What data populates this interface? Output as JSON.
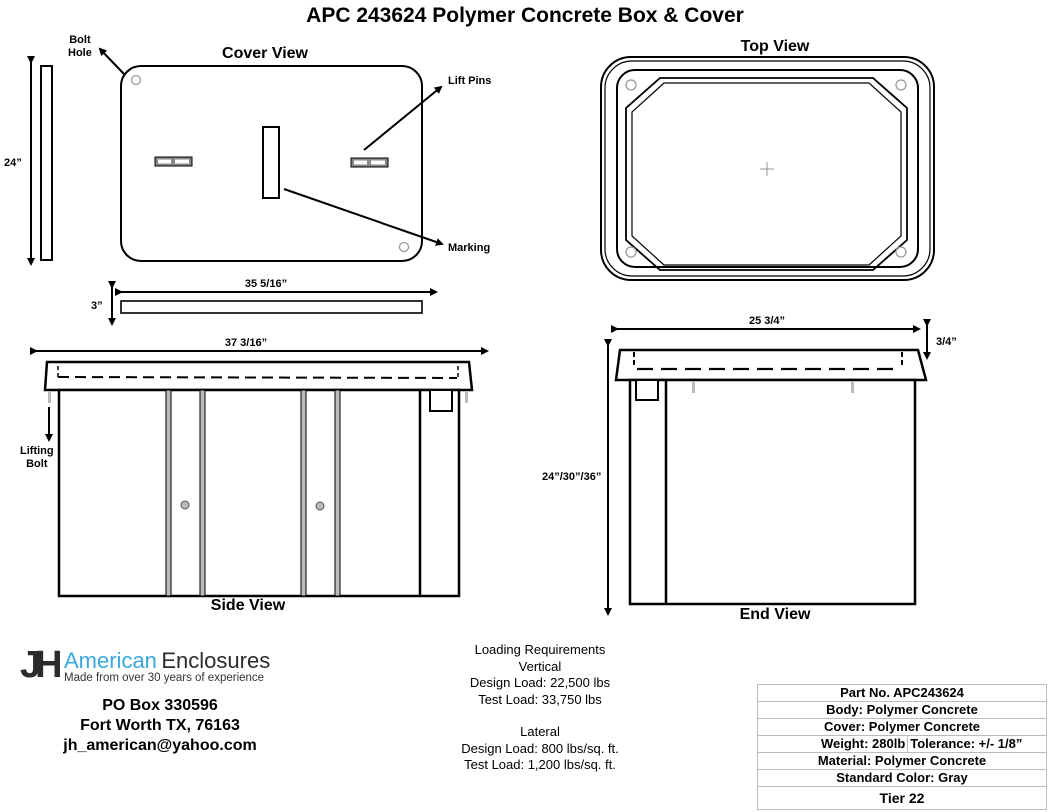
{
  "title": "APC 243624 Polymer Concrete Box & Cover",
  "views": {
    "cover": "Cover View",
    "top": "Top View",
    "side": "Side View",
    "end": "End View"
  },
  "callouts": {
    "bolt_hole_line1": "Bolt",
    "bolt_hole_line2": "Hole",
    "lift_pins": "Lift Pins",
    "marking": "Marking",
    "lifting_bolt_line1": "Lifting",
    "lifting_bolt_line2": "Bolt"
  },
  "dimensions": {
    "cover_height": "24”",
    "cover_width": "35 5/16”",
    "cover_thickness": "3”",
    "side_width": "37 3/16”",
    "end_width": "25 3/4”",
    "end_lid": "3/4”",
    "end_depth": "24”/30”/36”"
  },
  "company": {
    "logo_mark": "JH",
    "name_part1": "American",
    "name_part2": "Enclosures",
    "tagline": "Made from over 30 years of experience",
    "brand_color": "#3aa8df",
    "address_line1": "PO Box 330596",
    "address_line2": "Fort Worth TX, 76163",
    "email": "jh_american@yahoo.com"
  },
  "loading": {
    "heading": "Loading Requirements",
    "vertical_heading": "Vertical",
    "vertical_design": "Design Load: 22,500 lbs",
    "vertical_test": "Test Load: 33,750 lbs",
    "lateral_heading": "Lateral",
    "lateral_design": "Design Load: 800 lbs/sq. ft.",
    "lateral_test": "Test Load: 1,200 lbs/sq. ft."
  },
  "specs": {
    "part_no": "Part No. APC243624",
    "body": "Body: Polymer Concrete",
    "cover": "Cover: Polymer Concrete",
    "weight": "Weight: 280lb",
    "tolerance": "Tolerance: +/- 1/8”",
    "material": "Material: Polymer Concrete",
    "color": "Standard Color: Gray",
    "tier": "Tier 22"
  }
}
